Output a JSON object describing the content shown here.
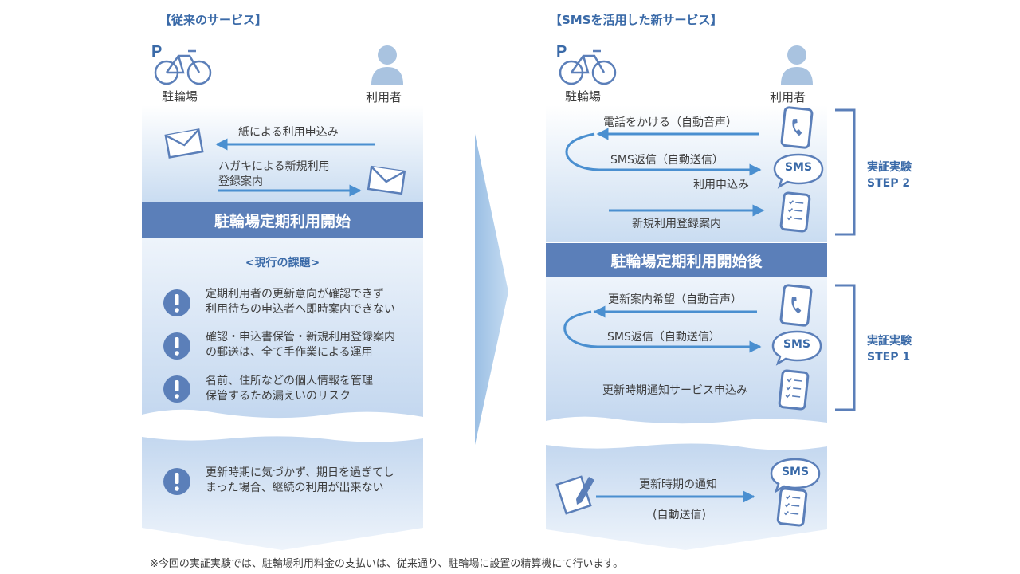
{
  "left": {
    "heading": "【従来のサービス】",
    "parking_label": "駐輪場",
    "user_label": "利用者",
    "flow1": "紙による利用申込み",
    "flow2_line1": "ハガキによる新規利用",
    "flow2_line2": "登録案内",
    "banner": "駐輪場定期利用開始",
    "issues_title": "<現行の課題>",
    "issues": [
      {
        "l1": "定期利用者の更新意向が確認できず",
        "l2": "利用待ちの申込者へ即時案内できない"
      },
      {
        "l1": "確認・申込書保管・新規利用登録案内",
        "l2": "の郵送は、全て手作業による運用"
      },
      {
        "l1": "名前、住所などの個人情報を管理",
        "l2": "保管するため漏えいのリスク"
      },
      {
        "l1": "更新時期に気づかず、期日を過ぎてし",
        "l2": "まった場合、継続の利用が出来ない"
      }
    ]
  },
  "right": {
    "heading": "【SMSを活用した新サービス】",
    "parking_label": "駐輪場",
    "user_label": "利用者",
    "step2": {
      "call": "電話をかける（自動音声）",
      "sms_reply": "SMS返信（自動送信）",
      "apply": "利用申込み",
      "guide": "新規利用登録案内"
    },
    "banner": "駐輪場定期利用開始後",
    "step1": {
      "call": "更新案内希望（自動音声）",
      "sms_reply": "SMS返信（自動送信）",
      "apply": "更新時期通知サービス申込み"
    },
    "bottom": {
      "notice": "更新時期の通知",
      "auto": "(自動送信)"
    },
    "sms_bubble": "SMS",
    "bracket_step2": {
      "l1": "実証実験",
      "l2": "STEP 2"
    },
    "bracket_step1": {
      "l1": "実証実験",
      "l2": "STEP 1"
    }
  },
  "footnote": "※今回の実証実験では、駐輪場利用料金の支払いは、従来通り、駐輪場に設置の精算機にて行います。",
  "colors": {
    "accent": "#5b7fb9",
    "arrow": "#4a8fd0",
    "panel_light": "#eaf1fa",
    "panel_mid": "#c9dcf1",
    "icon": "#5b7fb9",
    "user_icon": "#a9c3e0"
  }
}
